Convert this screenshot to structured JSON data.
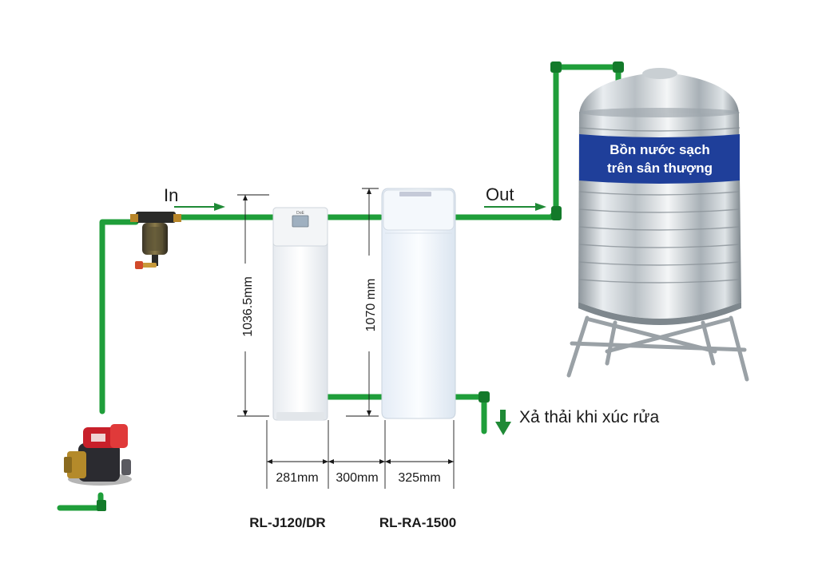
{
  "labels": {
    "in": "In",
    "out": "Out",
    "tank_line1": "Bồn nước sạch",
    "tank_line2": "trên sân thượng",
    "drain": "Xả thải khi xúc rửa"
  },
  "dimensions": {
    "height_left": "1036.5mm",
    "height_right": "1070 mm",
    "width_left": "281mm",
    "gap": "300mm",
    "width_right": "325mm"
  },
  "models": {
    "left": "RL-J120/DR",
    "right": "RL-RA-1500"
  },
  "device_text": {
    "left_brand": "DoE"
  },
  "colors": {
    "pipe": "#1f9e3a",
    "pipe_dark": "#137a2a",
    "tank_band": "#1f3f9a",
    "arrow": "#1f8a36"
  }
}
